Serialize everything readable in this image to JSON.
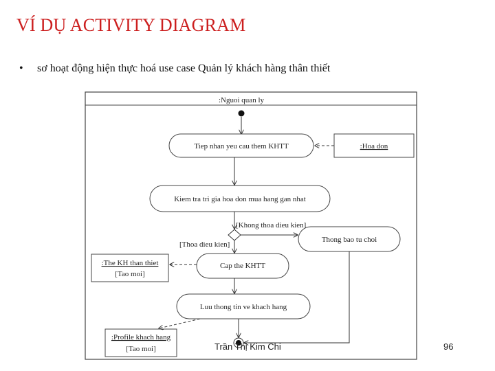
{
  "slide": {
    "title": "VÍ DỤ ACTIVITY DIAGRAM",
    "bullet_symbol": "•",
    "bullet_text": "sơ hoạt động hiện thực hoá use case Quản lý khách hàng thân thiết",
    "author": "Trần Thị Kim Chi",
    "page_number": "96"
  },
  "diagram": {
    "swimlane": ":Nguoi quan ly",
    "activities": {
      "a1": "Tiep nhan yeu cau them KHTT",
      "a2": "Kiem tra tri gia hoa don mua hang gan nhat",
      "a3": "Thong bao tu choi",
      "a4": "Cap the KHTT",
      "a5": "Luu thong tin ve khach hang"
    },
    "objects": {
      "hoa_don": ":Hoa don",
      "the_kh_name": ":The KH than thiet",
      "the_kh_state": "[Tao moi]",
      "profile_name": ":Profile khach hang",
      "profile_state": "[Tao moi]"
    },
    "guards": {
      "not_satisfied": "[Khong thoa dieu kien]",
      "satisfied": "[Thoa dieu kien]"
    }
  }
}
